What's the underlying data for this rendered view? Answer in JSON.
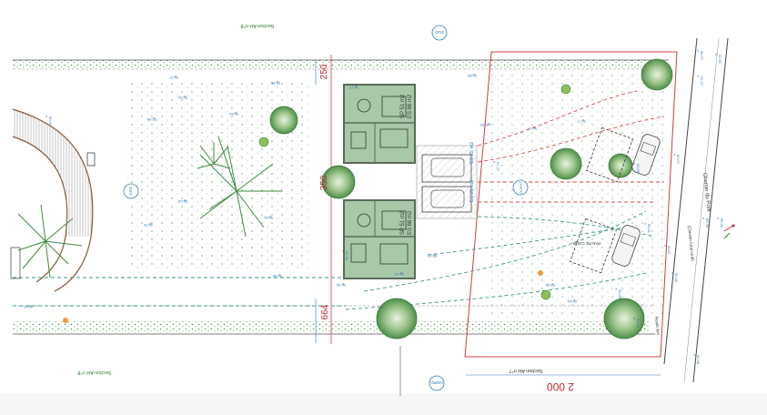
{
  "labels": {
    "section_top": "Section AH n°8",
    "section_bottom_left": "Section AH n°8",
    "section_bottom_right": "Section AH n°7",
    "chemin_main": "Chemin du Pont",
    "chemin_sub": "(Chemin rural rural)",
    "road_bottom": "Route des",
    "house_top_sp": "SP 51 m2",
    "house_top_es": "ES 66 m2",
    "house_bot_sp": "SP 51 m2",
    "house_bot_es": "ES 66 m2",
    "garage_top": "ES 25 m2",
    "garage_bot": "ES 25 m2",
    "dim_250": "250",
    "dim_350": "350",
    "dim_664": "664",
    "dim_2000": "2 000",
    "compass_sud": "SUD",
    "compass_nord": "NORD",
    "compass_est": "EST",
    "compass_ouest": "OUEST",
    "pan_pe_cour": "PAN PE COUR",
    "z_marks": [
      "93.27",
      "92.66",
      "92.23",
      "90.44",
      "90.64",
      "92.96",
      "100.09",
      "90.77",
      "90.80",
      "90.07",
      "91.27",
      "90.28",
      "92.96",
      "90.61",
      "88.08",
      "90.29",
      "90.06",
      "90.67",
      "90.00",
      "89.03",
      "90.38",
      "89.63",
      "89.58",
      "90.64",
      "90.06",
      "80.07",
      "90.41",
      "90.87",
      "90.02",
      "90.48",
      "91.07",
      "90.60",
      "89.56",
      "90.48",
      "88.37",
      "89.39"
    ]
  },
  "colors": {
    "hatch": "#c0c0c0",
    "red_boundary": "#d23c3c",
    "blue_dim": "#2f7fc1",
    "house_fill": "#a8c8a8",
    "house_wall": "#5a6a5a",
    "vegetation": "#3f8a3f",
    "path": "#8b5a3c"
  }
}
